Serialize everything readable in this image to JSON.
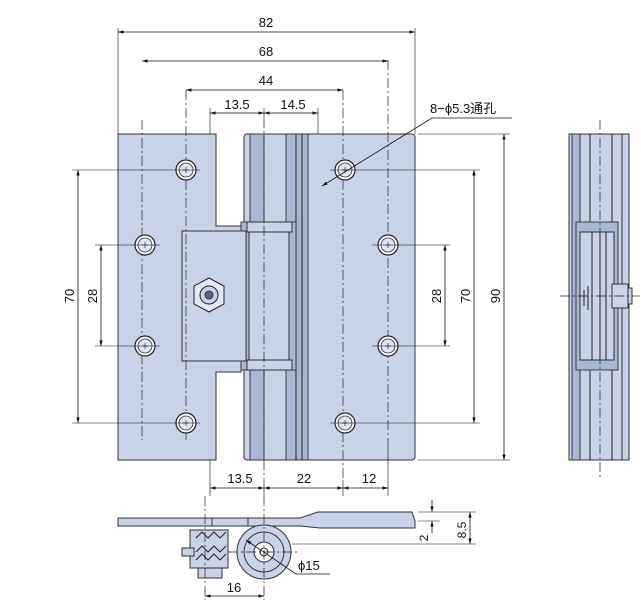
{
  "dimensions": {
    "overall_width": "82",
    "hole_span_outer": "68",
    "hole_span_inner": "44",
    "left_offset": "13.5",
    "right_offset": "14.5",
    "hole_note": "8−ϕ5.3通孔",
    "left_height_outer": "70",
    "left_height_inner": "28",
    "right_height_inner": "28",
    "right_height_outer": "70",
    "overall_height": "90",
    "bottom_left": "13.5",
    "bottom_mid": "22",
    "bottom_right": "12",
    "section_thickness": "2",
    "section_height": "8.5",
    "section_dia": "ϕ15",
    "section_width": "16"
  },
  "colors": {
    "plate": "#c8d3e8",
    "plate_dark": "#a9b7d3",
    "line": "#111111"
  }
}
